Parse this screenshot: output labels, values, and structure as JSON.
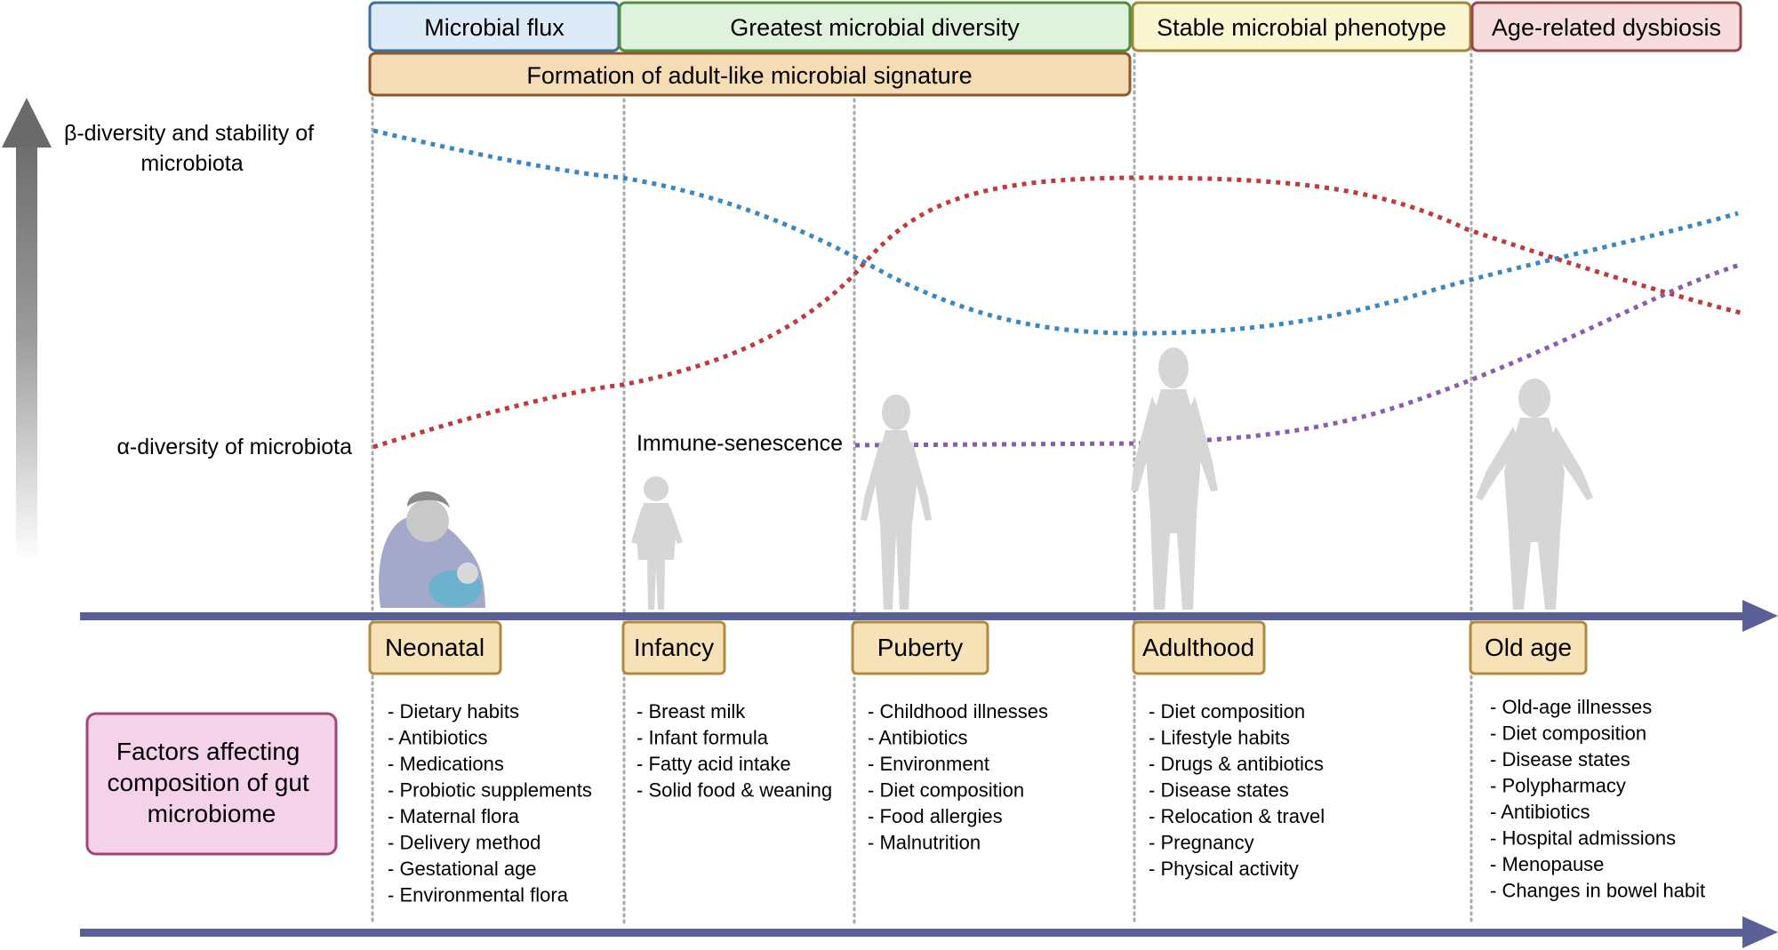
{
  "phases_top": [
    {
      "label": "Microbial flux",
      "fill": "#ddeaf7",
      "stroke": "#3e6fa0"
    },
    {
      "label": "Greatest microbial diversity",
      "fill": "#dff2dc",
      "stroke": "#4f8f3c"
    },
    {
      "label": "Stable microbial phenotype",
      "fill": "#fbf6d2",
      "stroke": "#9b8a38"
    },
    {
      "label": "Age-related dysbiosis",
      "fill": "#f6dcdc",
      "stroke": "#9b4545"
    }
  ],
  "phase_formation": {
    "label": "Formation of adult-like microbial signature",
    "fill": "#f5dcb5",
    "stroke": "#8a5a2e"
  },
  "y_axis_labels": {
    "beta_line1": "β-diversity and stability of",
    "beta_line2": "microbiota",
    "alpha": "α-diversity of microbiota",
    "immune": "Immune-senescence"
  },
  "curves": {
    "beta_color": "#3a87c4",
    "alpha_color": "#c0393b",
    "immune_color": "#8a5cad"
  },
  "colors": {
    "timeline": "#5b5f98",
    "stage_fill": "#f6e2b6",
    "stage_stroke": "#b08a3e",
    "factors_fill": "#f4d2ea",
    "factors_stroke": "#a0457a",
    "figure_gray": "#d6d6d6"
  },
  "stages": [
    "Neonatal",
    "Infancy",
    "Puberty",
    "Adulthood",
    "Old age"
  ],
  "factors_title": [
    "Factors affecting",
    "composition of gut",
    "microbiome"
  ],
  "factors": [
    [
      "Dietary habits",
      "Antibiotics",
      "Medications",
      "Probiotic supplements",
      "Maternal flora",
      "Delivery method",
      "Gestational age",
      "Environmental flora"
    ],
    [
      "Breast milk",
      "Infant formula",
      "Fatty acid intake",
      "Solid food & weaning"
    ],
    [
      "Childhood illnesses",
      "Antibiotics",
      "Environment",
      "Diet composition",
      "Food allergies",
      "Malnutrition"
    ],
    [
      "Diet composition",
      "Lifestyle habits",
      "Drugs & antibiotics",
      "Disease states",
      "Relocation & travel",
      "Pregnancy",
      "Physical activity"
    ],
    [
      "Old-age illnesses",
      "Diet composition",
      "Disease states",
      "Polypharmacy",
      "Antibiotics",
      "Hospital admissions",
      "Menopause",
      "Changes in bowel habit"
    ]
  ],
  "figure_icons": [
    "mother-with-baby-icon",
    "toddler-icon",
    "adolescent-icon",
    "adult-woman-icon",
    "elderly-woman-icon"
  ]
}
